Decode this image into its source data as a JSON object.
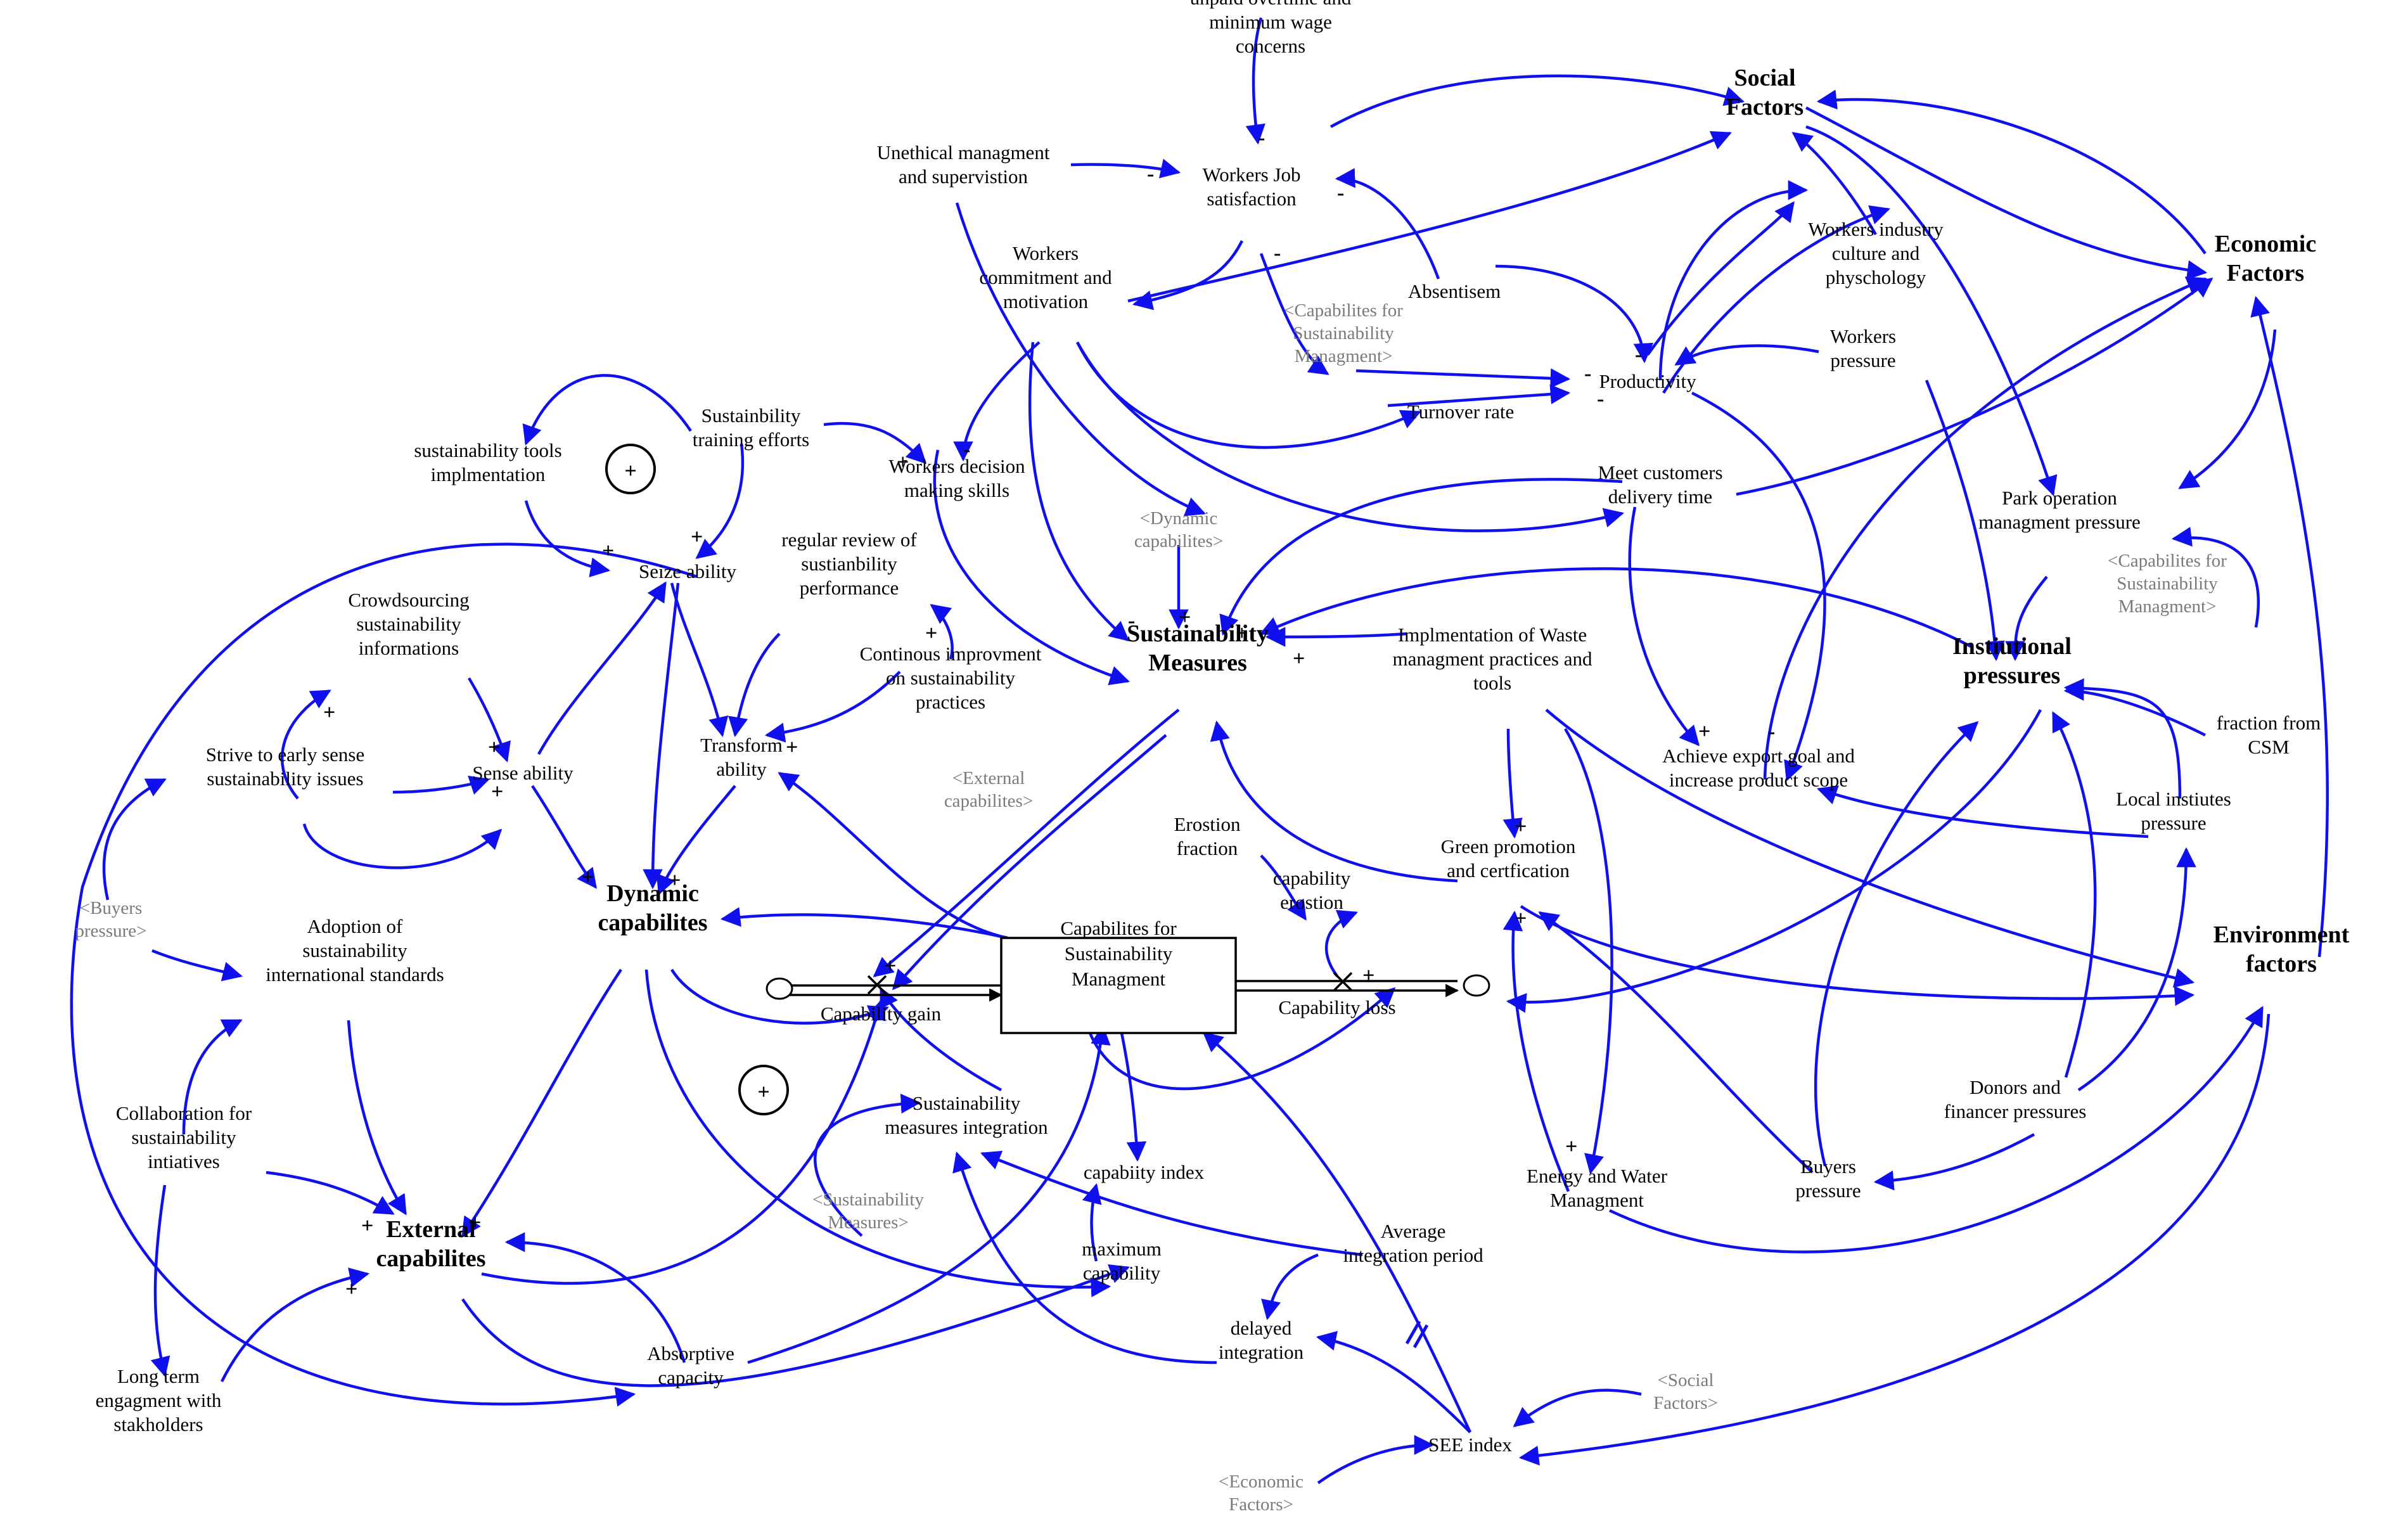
{
  "variables": {
    "social_factors": [
      "Social",
      "Factors"
    ],
    "economic_factors": [
      "Economic",
      "Factors"
    ],
    "environment_factors": [
      "Environment",
      "factors"
    ],
    "institutional_pressures": [
      "Instiutional",
      "pressures"
    ],
    "sustainability_measures": [
      "Sustainability",
      "Measures"
    ],
    "dynamic_capabilities": [
      "Dynamic",
      "capabilites"
    ],
    "external_capabilities": [
      "External",
      "capabilites"
    ],
    "stock": [
      "Capabilites for",
      "Sustainability",
      "Managment"
    ],
    "capability_gain": "Capability gain",
    "capability_loss": "Capability loss",
    "unpaid_overtime": [
      "unpaid overtime and",
      "minimum wage",
      "concerns"
    ],
    "unethical_management": [
      "Unethical managment",
      "and supervistion"
    ],
    "workers_job_satisfaction": [
      "Workers Job",
      "satisfaction"
    ],
    "workers_commitment": [
      "Workers",
      "commitment and",
      "motivation"
    ],
    "absenteeism": "Absentisem",
    "workers_industry_culture": [
      "Workers industry",
      "culture and",
      "physchology"
    ],
    "workers_pressure": [
      "Workers",
      "pressure"
    ],
    "productivity": "Productivity",
    "turnover_rate": "Turnover rate",
    "meet_customers": [
      "Meet customers",
      "delivery time"
    ],
    "sustainability_training": [
      "Sustainbility",
      "training efforts"
    ],
    "sustainability_tools": [
      "sustainability tools",
      "implmentation"
    ],
    "workers_decision": [
      "Workers decision",
      "making skills"
    ],
    "seize_ability": "Seize ability",
    "regular_review": [
      "regular review of",
      "sustianbility",
      "performance"
    ],
    "crowdsourcing": [
      "Crowdsourcing",
      "sustainability",
      "informations"
    ],
    "sense_ability": "Sense ability",
    "strive_early": [
      "Strive to early sense",
      "sustainability issues"
    ],
    "continuous_improvement": [
      "Continous improvment",
      "on sustainability",
      "practices"
    ],
    "transform_ability": [
      "Transform",
      "ability"
    ],
    "waste_management": [
      "Implmentation of Waste",
      "managment practices and",
      "tools"
    ],
    "park_operation": [
      "Park operation",
      "managment pressure"
    ],
    "achieve_export": [
      "Achieve export goal and",
      "increase product scope"
    ],
    "fraction_csm": [
      "fraction from",
      "CSM"
    ],
    "local_institutes": [
      "Local instiutes",
      "pressure"
    ],
    "erosion_fraction": [
      "Erostion",
      "fraction"
    ],
    "capability_erosion": [
      "capability",
      "erostion"
    ],
    "green_promotion": [
      "Green promotion",
      "and certfication"
    ],
    "adoption_standards": [
      "Adoption of",
      "sustainability",
      "international standards"
    ],
    "sustainability_integration": [
      "Sustainability",
      "measures integration"
    ],
    "capability_index": "capabiity index",
    "energy_water": [
      "Energy and Water",
      "Managment"
    ],
    "donors": [
      "Donors and",
      "financer pressures"
    ],
    "buyers_pressure": [
      "Buyers",
      "pressure"
    ],
    "collaboration": [
      "Collaboration for",
      "sustainability",
      "intiatives"
    ],
    "maximum_capability": [
      "maximum",
      "capability"
    ],
    "average_integration": [
      "Average",
      "integration period"
    ],
    "delayed_integration": [
      "delayed",
      "integration"
    ],
    "absorptive_capacity": [
      "Absorptive",
      "capacity"
    ],
    "long_term": [
      "Long term",
      "engagment with",
      "stakholders"
    ],
    "see_index": "SEE index"
  },
  "shadow_variables": {
    "cap_sm_1": [
      "<Capabilites for",
      "Sustainability",
      "Managment>"
    ],
    "cap_sm_2": [
      "<Capabilites for",
      "Sustainability",
      "Managment>"
    ],
    "dynamic_caps": [
      "<Dynamic",
      "capabilites>"
    ],
    "external_caps": [
      "<External",
      "capabilites>"
    ],
    "buyers_pressure": [
      "<Buyers",
      "pressure>"
    ],
    "sustainability_measures": [
      "<Sustainability",
      "Measures>"
    ],
    "social_factors": [
      "<Social",
      "Factors>"
    ],
    "economic_factors": [
      "<Economic",
      "Factors>"
    ]
  },
  "loop_markers": [
    "+",
    "+",
    "+"
  ],
  "colors": {
    "link": "#1010ee",
    "text": "#000000",
    "shadow_text": "#7a7a7a"
  }
}
